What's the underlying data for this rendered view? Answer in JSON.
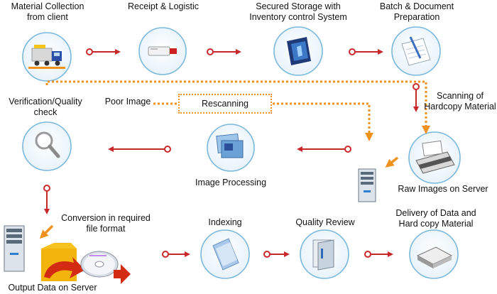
{
  "steps": {
    "material_collection": "Material Collection\nfrom client",
    "receipt_logistic": "Receipt & Logistic",
    "secured_storage": "Secured Storage with\nInventory control System",
    "batch_preparation": "Batch & Document\nPreparation",
    "scanning": "Scanning of\nHardcopy Material",
    "raw_images": "Raw Images on Server",
    "image_processing": "Image Processing",
    "verification": "Verification/Quality\ncheck",
    "poor_image": "Poor Image",
    "rescanning": "Rescanning",
    "conversion": "Conversion in required\nfile format",
    "output_data": "Output Data on Server",
    "indexing": "Indexing",
    "quality_review": "Quality Review",
    "delivery": "Delivery of Data and\nHard copy Material"
  },
  "colors": {
    "arrow_red": "#c8282a",
    "dotted_orange": "#f0921e",
    "circle_border": "#7ab8dc"
  },
  "icons": [
    "truck-icon",
    "usb-drive-icon",
    "storage-box-icon",
    "document-pen-icon",
    "scanner-icon",
    "server-icon",
    "image-stack-icon",
    "magnifier-icon",
    "folder-icon",
    "cd-disc-icon",
    "document-index-icon",
    "review-folder-icon",
    "hard-disk-icon"
  ]
}
